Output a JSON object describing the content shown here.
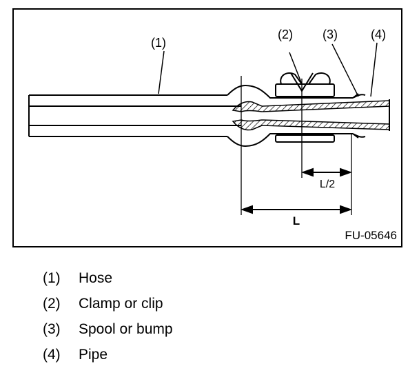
{
  "diagram": {
    "callouts": [
      "(1)",
      "(2)",
      "(3)",
      "(4)"
    ],
    "dimension_half": "L/2",
    "dimension_full": "L",
    "figure_id": "FU-05646"
  },
  "legend": [
    {
      "num": "(1)",
      "label": "Hose"
    },
    {
      "num": "(2)",
      "label": "Clamp or clip"
    },
    {
      "num": "(3)",
      "label": "Spool or bump"
    },
    {
      "num": "(4)",
      "label": "Pipe"
    }
  ]
}
